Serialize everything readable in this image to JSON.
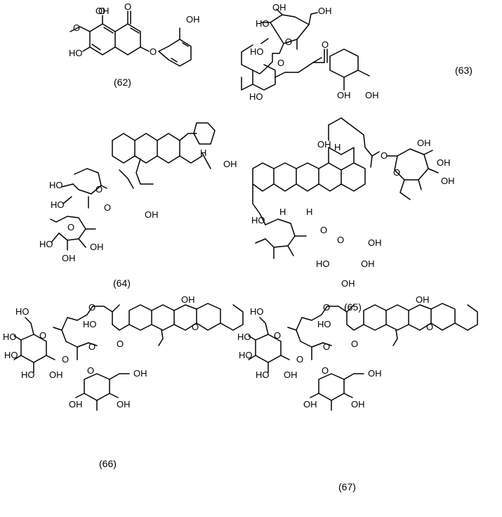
{
  "figure": {
    "compounds": [
      {
        "id": "62",
        "label": "(62)",
        "atoms": [
          "OH",
          "O",
          "O",
          "O",
          "HO",
          "OH",
          "O"
        ]
      },
      {
        "id": "63",
        "label": "(63)",
        "atoms": [
          "HO",
          "HO",
          "OH",
          "OH",
          "O",
          "O",
          "O",
          "HO",
          "OH",
          "OH"
        ]
      },
      {
        "id": "64",
        "label": "(64)",
        "atoms": [
          "HO",
          "O",
          "HO",
          "O",
          "O",
          "HO",
          "OH",
          "OH",
          "OH",
          "OH",
          "H"
        ]
      },
      {
        "id": "65",
        "label": "(65)",
        "atoms": [
          "OH",
          "H",
          "O",
          "OH",
          "O",
          "OH",
          "OH",
          "HO",
          "H",
          "H",
          "O",
          "O",
          "OH",
          "HO",
          "OH",
          "OH"
        ]
      },
      {
        "id": "66",
        "label": "(66)",
        "atoms": [
          "OH",
          "O",
          "HO",
          "O",
          "HO",
          "O",
          "HO",
          "O",
          "O",
          "HO",
          "O",
          "O",
          "OH",
          "HO",
          "OH",
          "OH",
          "OH"
        ]
      },
      {
        "id": "67",
        "label": "(67)",
        "atoms": [
          "OH",
          "O",
          "HO",
          "O",
          "HO",
          "O",
          "HO",
          "O",
          "O",
          "HO",
          "O",
          "O",
          "OH",
          "HO",
          "OH",
          "OH",
          "OH"
        ]
      }
    ]
  }
}
